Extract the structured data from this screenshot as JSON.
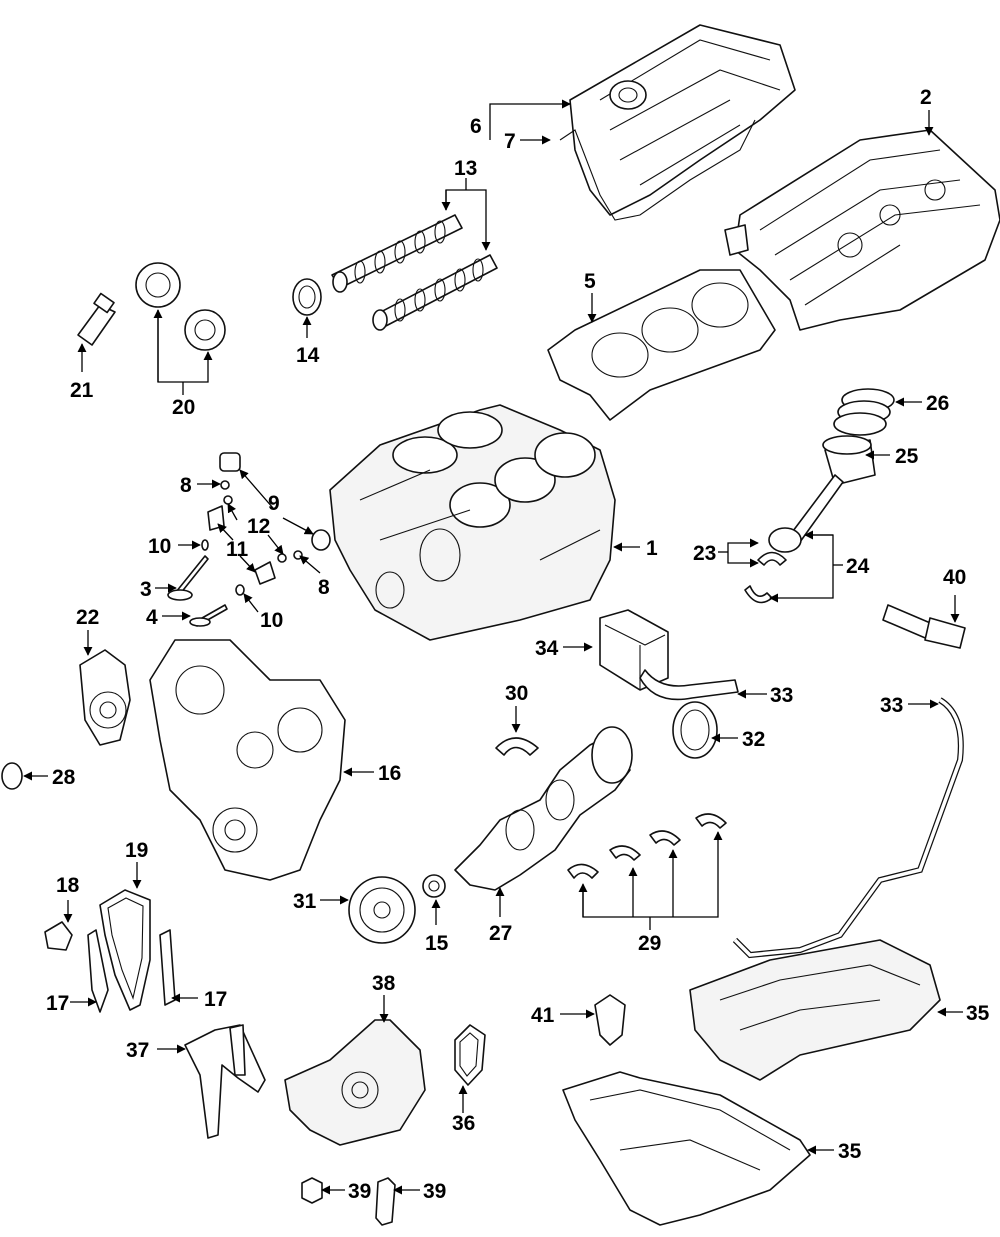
{
  "callouts": {
    "c1": "1",
    "c2": "2",
    "c3": "3",
    "c4": "4",
    "c5": "5",
    "c6": "6",
    "c7": "7",
    "c8a": "8",
    "c8b": "8",
    "c9": "9",
    "c10a": "10",
    "c10b": "10",
    "c11": "11",
    "c12": "12",
    "c13": "13",
    "c14": "14",
    "c15": "15",
    "c16": "16",
    "c17a": "17",
    "c17b": "17",
    "c18": "18",
    "c19": "19",
    "c20": "20",
    "c21": "21",
    "c22": "22",
    "c23": "23",
    "c24": "24",
    "c25": "25",
    "c26": "26",
    "c27": "27",
    "c28": "28",
    "c29": "29",
    "c30": "30",
    "c31": "31",
    "c32": "32",
    "c33a": "33",
    "c33b": "33",
    "c34": "34",
    "c35a": "35",
    "c35b": "35",
    "c36": "36",
    "c37": "37",
    "c38": "38",
    "c39a": "39",
    "c39b": "39",
    "c40": "40",
    "c41": "41"
  }
}
